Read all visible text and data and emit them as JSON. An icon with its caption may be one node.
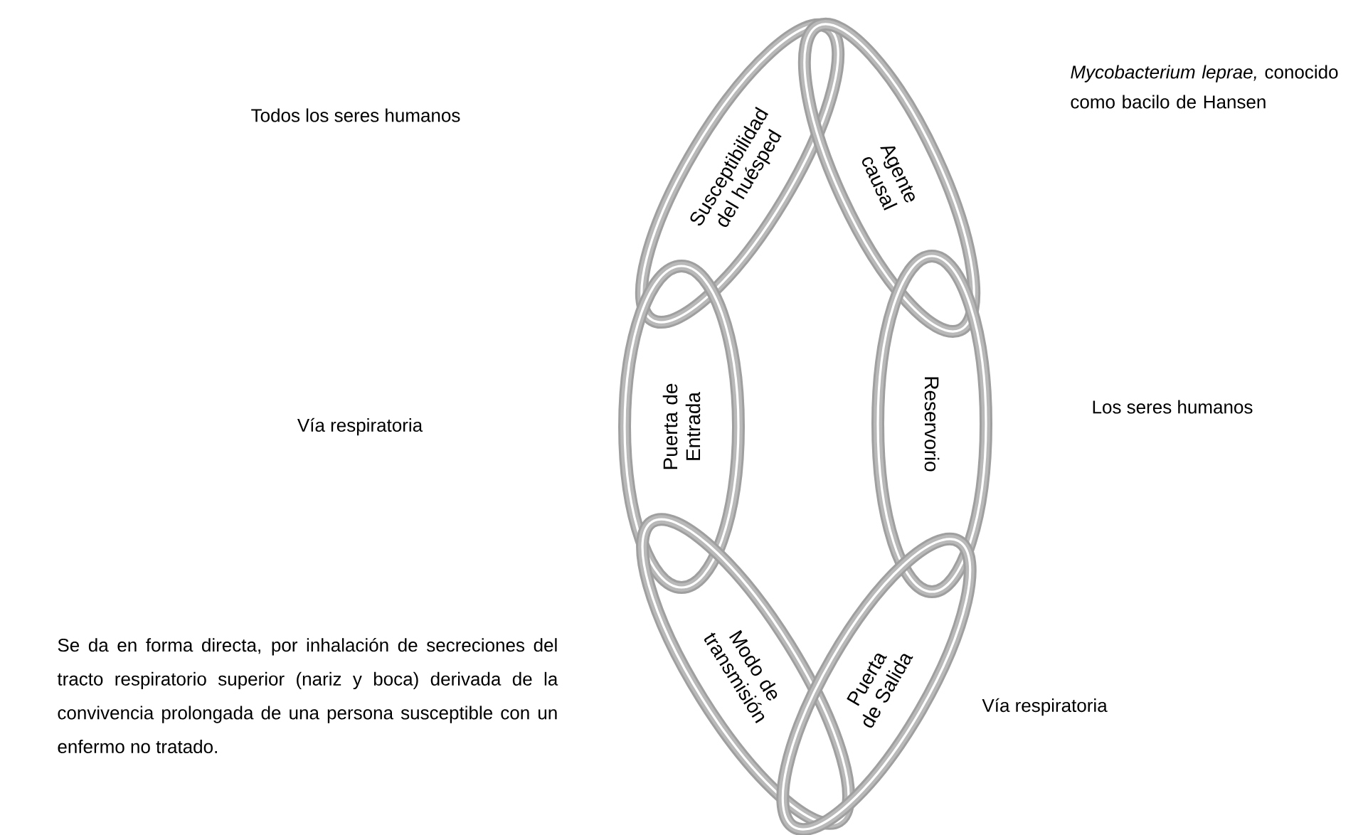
{
  "diagram": {
    "nodes": [
      {
        "text": [
          "Susceptibilidad del huésped"
        ]
      },
      {
        "text": [
          "Agente causal"
        ]
      },
      {
        "text": [
          "Puerta de Entrada"
        ]
      },
      {
        "text": [
          "Reservorio"
        ]
      },
      {
        "text": [
          "Modo de transmisión"
        ]
      },
      {
        "text": [
          "Puerta de Salida"
        ]
      }
    ],
    "labels": [
      "*Mycobacterium leprae,* conocido como bacilo de Hansen",
      "Todos los seres humanos",
      "Los seres humanos",
      "Vía respiratoria",
      "Se da en forma directa, por inhalación de secreciones del tracto respiratorio superior (nariz y boca) derivada de la convivencia prolongada de una persona susceptible con un enfermo no tratado.",
      "Vía respiratoria"
    ]
  }
}
